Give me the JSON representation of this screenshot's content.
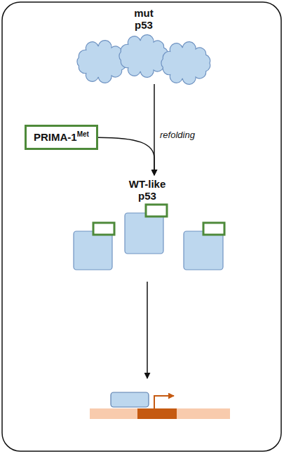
{
  "diagram": {
    "nodes": [
      {
        "text": [
          "mut p53"
        ]
      },
      {
        "text": [
          "PRIMA-1",
          "Met"
        ]
      },
      {
        "text": [
          "WT-like p53"
        ]
      }
    ],
    "edges": [
      {
        "from": 0,
        "to": 2,
        "arrow": "to",
        "label": "refolding"
      },
      {
        "from": 1,
        "to": 2,
        "arrow": "to"
      }
    ]
  }
}
